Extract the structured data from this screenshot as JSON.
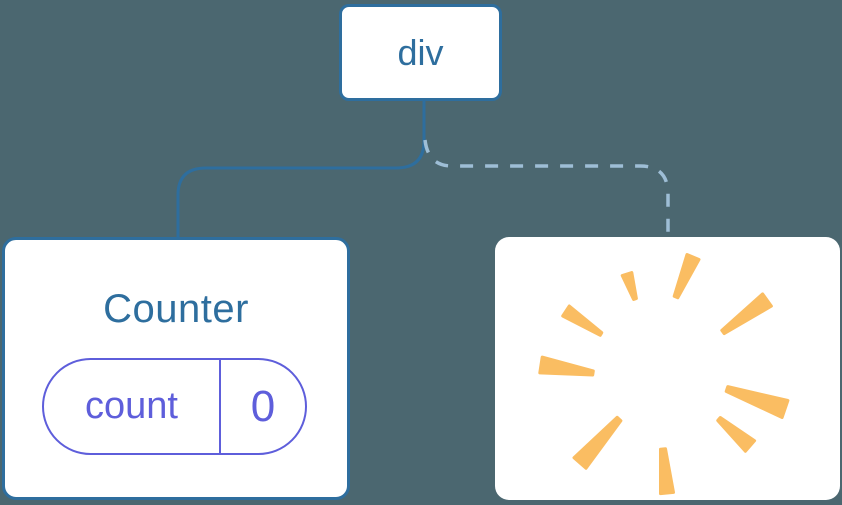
{
  "colors": {
    "background": "#4B6770",
    "accent-blue": "#2E6E9E",
    "dashed-blue": "#9EBED6",
    "purple": "#5E5EDB",
    "orange": "#FABD62",
    "card-bg": "#FFFFFF"
  },
  "tree": {
    "root": {
      "label": "div"
    },
    "counter": {
      "title": "Counter",
      "state": {
        "key": "count",
        "value": "0"
      }
    },
    "removed": {
      "icon": "poof-starburst"
    }
  }
}
